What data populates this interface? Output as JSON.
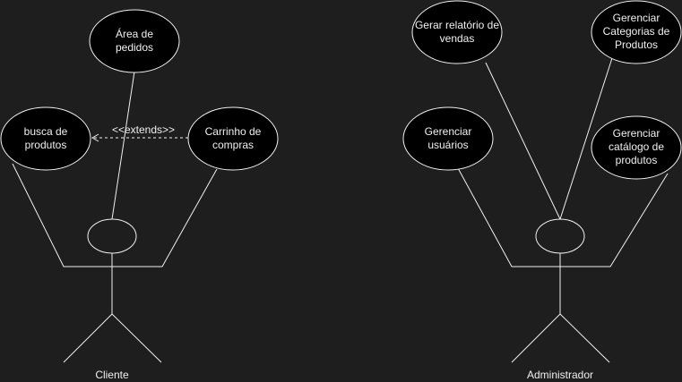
{
  "diagram": {
    "background": "#1e1e1e",
    "stroke_color": "#f0f0f0",
    "use_case_fill": "#000000",
    "actors": [
      {
        "id": "cliente",
        "label": "Cliente"
      },
      {
        "id": "administrador",
        "label": "Administrador"
      }
    ],
    "use_cases": [
      {
        "id": "area-pedidos",
        "lines": [
          "Área de",
          "pedidos"
        ]
      },
      {
        "id": "busca-produtos",
        "lines": [
          "busca de",
          "produtos"
        ]
      },
      {
        "id": "carrinho-compras",
        "lines": [
          "Carrinho de",
          "compras"
        ]
      },
      {
        "id": "gerar-relatorio",
        "lines": [
          "Gerar relatório de",
          "vendas"
        ]
      },
      {
        "id": "gerenciar-categorias",
        "lines": [
          "Gerenciar",
          "Categorias de",
          "Produtos"
        ]
      },
      {
        "id": "gerenciar-usuarios",
        "lines": [
          "Gerenciar",
          "usuários"
        ]
      },
      {
        "id": "gerenciar-catalogo",
        "lines": [
          "Gerenciar",
          "catálogo de",
          "produtos"
        ]
      }
    ],
    "relations": [
      {
        "type": "extend",
        "from": "carrinho-compras",
        "to": "busca-produtos",
        "label": "<<extends>>"
      }
    ]
  }
}
